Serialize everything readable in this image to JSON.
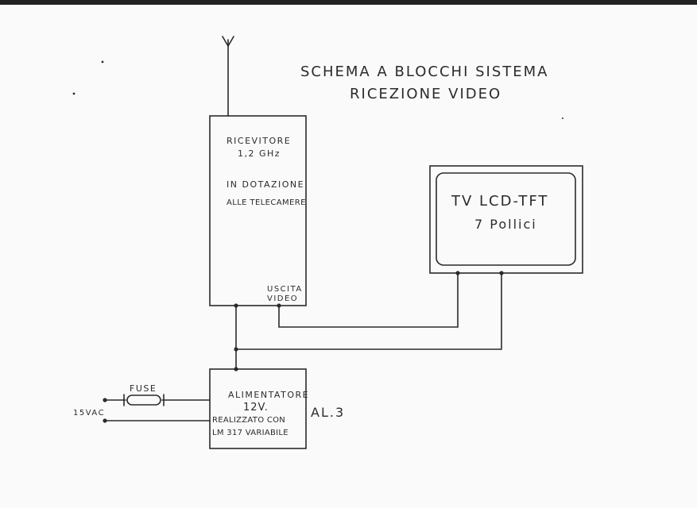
{
  "title": {
    "line1": "SCHEMA A BLOCCHI SISTEMA",
    "line2": "RICEZIONE VIDEO"
  },
  "receiver": {
    "line1": "RICEVITORE",
    "line2": "1,2 GHz",
    "line3": "IN DOTAZIONE",
    "line4": "ALLE TELECAMERE",
    "output_line1": "USCITA",
    "output_line2": "VIDEO"
  },
  "tv": {
    "line1": "TV LCD-TFT",
    "line2": "7 Pollici"
  },
  "power_supply": {
    "line1": "ALIMENTATORE",
    "line2": "12V.",
    "line3": "REALIZZATO CON",
    "line4": "LM 317 VARIABILE",
    "reference": "AL.3"
  },
  "input": {
    "fuse_label": "FUSE",
    "voltage_label": "15VAC"
  },
  "colors": {
    "ink": "#2b2b2b",
    "paper": "#fafafa"
  }
}
